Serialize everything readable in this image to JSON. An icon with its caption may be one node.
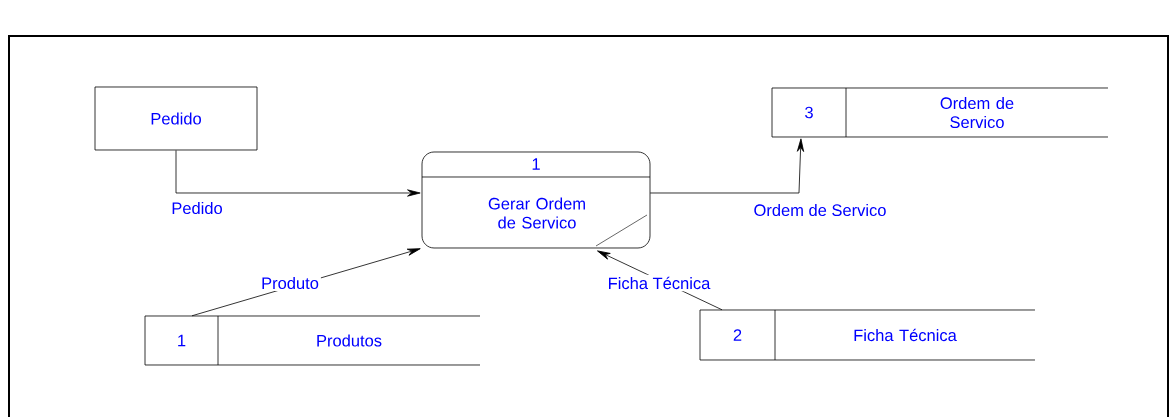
{
  "diagram": {
    "nodes": [
      {
        "text": [
          "Pedido"
        ]
      },
      {
        "text": [
          "1",
          "Gerar Ordem de Servico"
        ]
      },
      {
        "text": [
          "3",
          "Ordem de Servico"
        ]
      },
      {
        "text": [
          "1",
          "Produtos"
        ]
      },
      {
        "text": [
          "2",
          "Ficha Técnica"
        ]
      }
    ],
    "edges": [
      {
        "from": 0,
        "to": 1,
        "arrow": "to",
        "label": "Pedido"
      },
      {
        "from": 1,
        "to": 2,
        "arrow": "to",
        "label": "Ordem de Servico"
      },
      {
        "from": 3,
        "to": 1,
        "arrow": "to",
        "label": "Produto"
      },
      {
        "from": 4,
        "to": 1,
        "arrow": "to",
        "label": "Ficha Técnica"
      }
    ]
  }
}
